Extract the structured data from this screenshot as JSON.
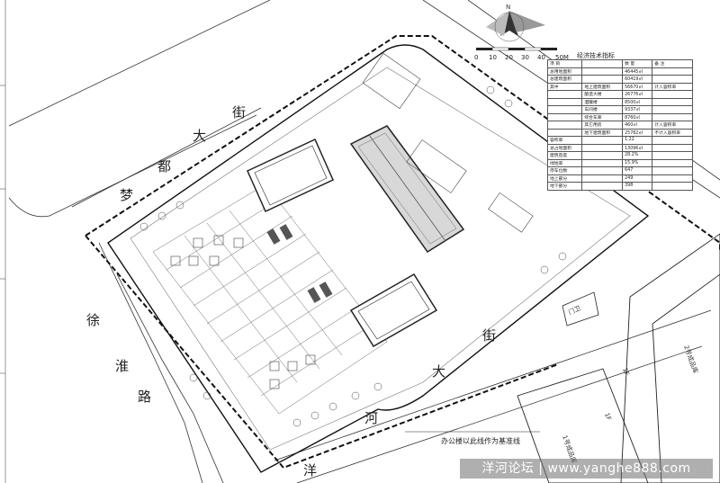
{
  "roads": {
    "mengdu_1": "梦",
    "mengdu_2": "都",
    "mengdu_3": "大",
    "mengdu_4": "街",
    "xuhuai_1": "徐",
    "xuhuai_2": "淮",
    "xuhuai_3": "路",
    "yanghe_1": "洋",
    "yanghe_2": "河",
    "yanghe_3": "大",
    "yanghe_4": "街"
  },
  "scale_bar": {
    "ticks": [
      "0",
      "10",
      "20",
      "30",
      "40"
    ],
    "unit": "50M",
    "title": "经济技术指标"
  },
  "tech_table": {
    "rows": [
      [
        "项 目",
        "",
        "数 量",
        "备 注"
      ],
      [
        "总用地面积",
        "",
        "46445㎡",
        ""
      ],
      [
        "总建筑面积",
        "",
        "60419㎡",
        ""
      ],
      [
        "其中",
        "地上建筑面积",
        "56670㎡",
        "计入容积率"
      ],
      [
        "",
        "酿造大楼",
        "26776㎡",
        ""
      ],
      [
        "",
        "酒罐楼",
        "8500㎡",
        ""
      ],
      [
        "",
        "车间楼",
        "9337㎡",
        ""
      ],
      [
        "",
        "综合车库",
        "8760㎡",
        ""
      ],
      [
        "",
        "其它用房",
        "460㎡",
        "计入容积率"
      ],
      [
        "",
        "地下建筑面积",
        "25782㎡",
        "不计入容积率"
      ],
      [
        "容积率",
        "",
        "1.22",
        ""
      ],
      [
        "总占地面积",
        "",
        "13096㎡",
        ""
      ],
      [
        "建筑密度",
        "",
        "28.2%",
        ""
      ],
      [
        "绿地率",
        "",
        "15.9%",
        ""
      ],
      [
        "停车位数",
        "",
        "647",
        ""
      ],
      [
        "地上部分",
        "",
        "249",
        ""
      ],
      [
        "地下部分",
        "",
        "398",
        ""
      ]
    ]
  },
  "note": "办公楼以此线作为基准线",
  "labels": {
    "gate": "门卫",
    "warehouse_1": "1号成品库",
    "warehouse_2": "2号成品库",
    "north": "N",
    "mark_1f": "1F",
    "mark_1f_b": "1F"
  },
  "watermark": "洋河论坛 | www.yanghe888.com"
}
